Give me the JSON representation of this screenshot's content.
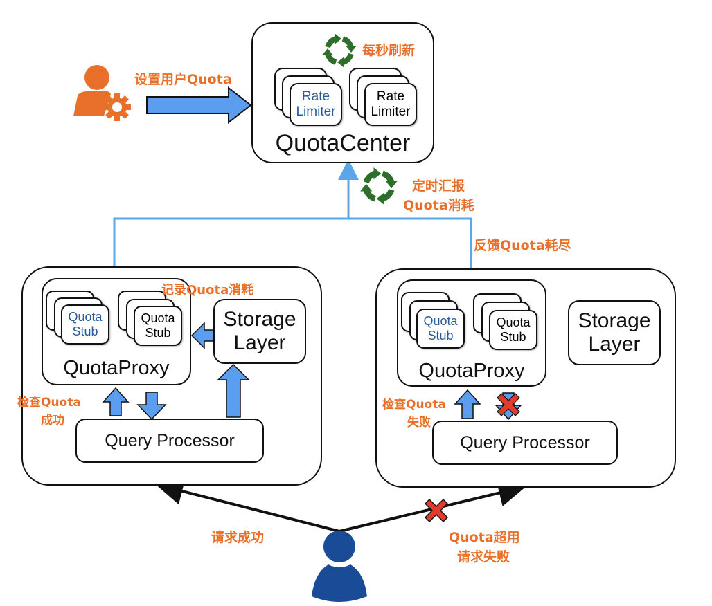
{
  "quota_center": {
    "title": "QuotaCenter",
    "limiters": [
      {
        "line1": "Rate",
        "line2": "Limiter",
        "highlight": true
      },
      {
        "line1": "Rate",
        "line2": "Limiter",
        "highlight": false
      }
    ],
    "refresh_label": "每秒刷新"
  },
  "admin": {
    "label": "设置用户Quota"
  },
  "report": {
    "line1": "定时汇报",
    "line2": "Quota消耗"
  },
  "feedback_label": "反馈Quota耗尽",
  "left_node": {
    "proxy_title": "QuotaProxy",
    "stubs": [
      {
        "line1": "Quota",
        "line2": "Stub",
        "highlight": true
      },
      {
        "line1": "Quota",
        "line2": "Stub",
        "highlight": false
      }
    ],
    "storage": {
      "line1": "Storage",
      "line2": "Layer"
    },
    "processor": "Query Processor",
    "record_label": "记录Quota消耗",
    "check_label_line1": "检查Quota",
    "check_label_line2": "成功"
  },
  "right_node": {
    "proxy_title": "QuotaProxy",
    "stubs": [
      {
        "line1": "Quota",
        "line2": "Stub",
        "highlight": true
      },
      {
        "line1": "Quota",
        "line2": "Stub",
        "highlight": false
      }
    ],
    "storage": {
      "line1": "Storage",
      "line2": "Layer"
    },
    "processor": "Query Processor",
    "check_label_line1": "检查Quota",
    "check_label_line2": "失败"
  },
  "client": {
    "success_label": "请求成功",
    "fail_label_line1": "Quota超用",
    "fail_label_line2": "请求失败"
  },
  "colors": {
    "accent_orange": "#e8702a",
    "arrow_blue": "#5b9ef0",
    "line_blue": "#5aa6e8",
    "refresh_green": "#2f6e2a",
    "user_blue": "#1a4b97",
    "error_red": "#e23b2e",
    "stub_text_blue": "#2a5c99"
  }
}
